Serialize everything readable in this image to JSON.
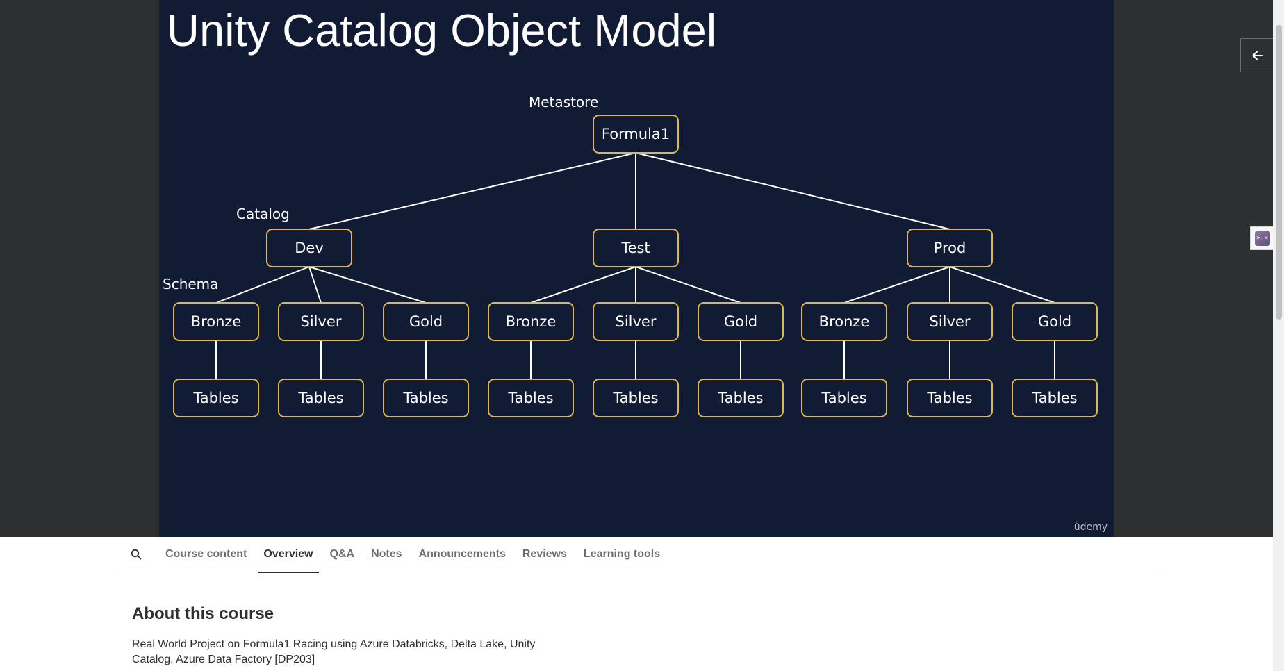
{
  "slide": {
    "title": "Unity Catalog Object Model",
    "watermark": "ůdemy",
    "colors": {
      "background": "#111b33",
      "node_border": "#e0b84a",
      "line": "#ffffff",
      "text": "#ffffff"
    },
    "level_labels": {
      "metastore": "Metastore",
      "catalog": "Catalog",
      "schema": "Schema"
    },
    "root": "Formula1",
    "catalogs": [
      {
        "name": "Dev",
        "schemas": [
          {
            "name": "Bronze",
            "child": "Tables"
          },
          {
            "name": "Silver",
            "child": "Tables"
          },
          {
            "name": "Gold",
            "child": "Tables"
          }
        ]
      },
      {
        "name": "Test",
        "schemas": [
          {
            "name": "Bronze",
            "child": "Tables"
          },
          {
            "name": "Silver",
            "child": "Tables"
          },
          {
            "name": "Gold",
            "child": "Tables"
          }
        ]
      },
      {
        "name": "Prod",
        "schemas": [
          {
            "name": "Bronze",
            "child": "Tables"
          },
          {
            "name": "Silver",
            "child": "Tables"
          },
          {
            "name": "Gold",
            "child": "Tables"
          }
        ]
      }
    ]
  },
  "icons": {
    "sidebar_toggle": "arrow-left-icon",
    "search": "search-icon",
    "extension": "extension-icon"
  },
  "tabs": [
    {
      "label": "Course content",
      "active": false
    },
    {
      "label": "Overview",
      "active": true
    },
    {
      "label": "Q&A",
      "active": false
    },
    {
      "label": "Notes",
      "active": false
    },
    {
      "label": "Announcements",
      "active": false
    },
    {
      "label": "Reviews",
      "active": false
    },
    {
      "label": "Learning tools",
      "active": false
    }
  ],
  "about": {
    "title": "About this course",
    "description": "Real World Project on Formula1 Racing using Azure Databricks, Delta Lake, Unity Catalog, Azure Data Factory [DP203]"
  }
}
